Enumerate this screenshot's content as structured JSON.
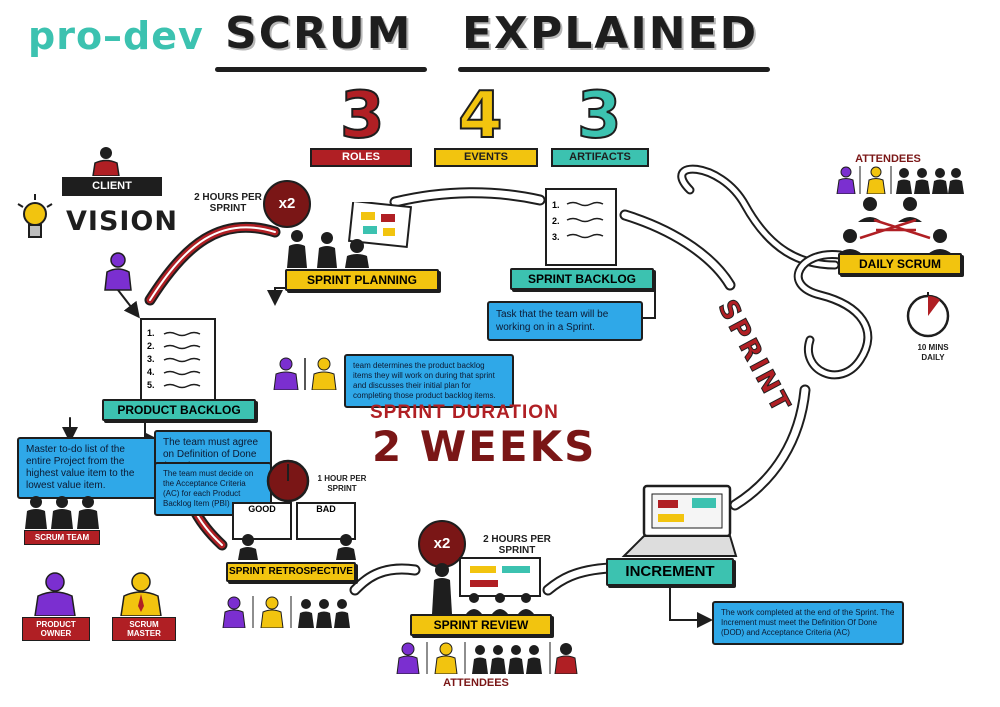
{
  "logo": "pro–dev",
  "title": {
    "left": "SCRUM",
    "right": "EXPLAINED"
  },
  "counts": [
    {
      "number": "3",
      "label": "ROLES",
      "color": "#b01f24"
    },
    {
      "number": "4",
      "label": "EVENTS",
      "color": "#f2c40f"
    },
    {
      "number": "3",
      "label": "ARTIFACTS",
      "color": "#3cc2b0"
    }
  ],
  "client": "CLIENT",
  "vision": "VISION",
  "product_backlog": {
    "label": "PRODUCT BACKLOG",
    "list_numbers": [
      "1.",
      "2.",
      "3.",
      "4.",
      "5."
    ],
    "note": "Master to-do list of the entire Project from the highest value item to the lowest value item.",
    "dod_note": "The team must agree on Definition of Done (DOD)",
    "ac_note": "The team must decide on the Acceptance Criteria (AC) for each Product Backlog Item (PBI)"
  },
  "roles": {
    "scrum_team": "SCRUM TEAM",
    "product_owner": "PRODUCT OWNER",
    "scrum_master": "SCRUM MASTER"
  },
  "sprint_planning": {
    "label": "SPRINT PLANNING",
    "timebox": "2 HOURS PER SPRINT",
    "multiplier": "x2",
    "note": "team determines the product backlog items they will work on during that sprint and discusses their initial plan for completing those product backlog items."
  },
  "sprint_backlog": {
    "label": "SPRINT BACKLOG",
    "list_numbers": [
      "1.",
      "2.",
      "3."
    ],
    "note": "Task that the team will be working on in a Sprint."
  },
  "daily_scrum": {
    "label": "DAILY SCRUM",
    "attendees": "ATTENDEES",
    "timebox": "10 MINS DAILY"
  },
  "sprint_word": "SPRINT",
  "sprint_duration": {
    "caption": "SPRINT DURATION",
    "value": "2 WEEKS"
  },
  "increment": {
    "label": "INCREMENT",
    "note": "The work completed at the end of the Sprint. The Increment must meet the Definition Of Done (DOD) and Acceptance Criteria (AC)"
  },
  "sprint_review": {
    "label": "SPRINT REVIEW",
    "timebox": "2 HOURS PER SPRINT",
    "multiplier": "x2",
    "attendees": "ATTENDEES"
  },
  "sprint_retrospective": {
    "label": "SPRINT RETROSPECTIVE",
    "timebox": "1 HOUR PER SPRINT",
    "good": "GOOD",
    "bad": "BAD"
  },
  "colors": {
    "red": "#b01f24",
    "yellow": "#f2c40f",
    "teal": "#3cc2b0",
    "purple": "#7b2fd0",
    "blue": "#2fa8e8",
    "maroon": "#7a1616"
  }
}
